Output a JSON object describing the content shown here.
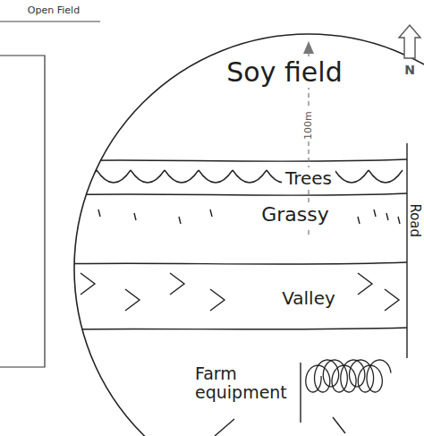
{
  "diagram": {
    "nodes": [
      {
        "text": [
          "Soy field"
        ]
      },
      {
        "text": [
          "Trees"
        ]
      },
      {
        "text": [
          "Grassy"
        ]
      },
      {
        "text": [
          "Valley"
        ]
      },
      {
        "text": [
          "Farm equipment"
        ]
      }
    ],
    "labels": [
      "Open Field",
      "100m",
      "N",
      "Road"
    ]
  }
}
